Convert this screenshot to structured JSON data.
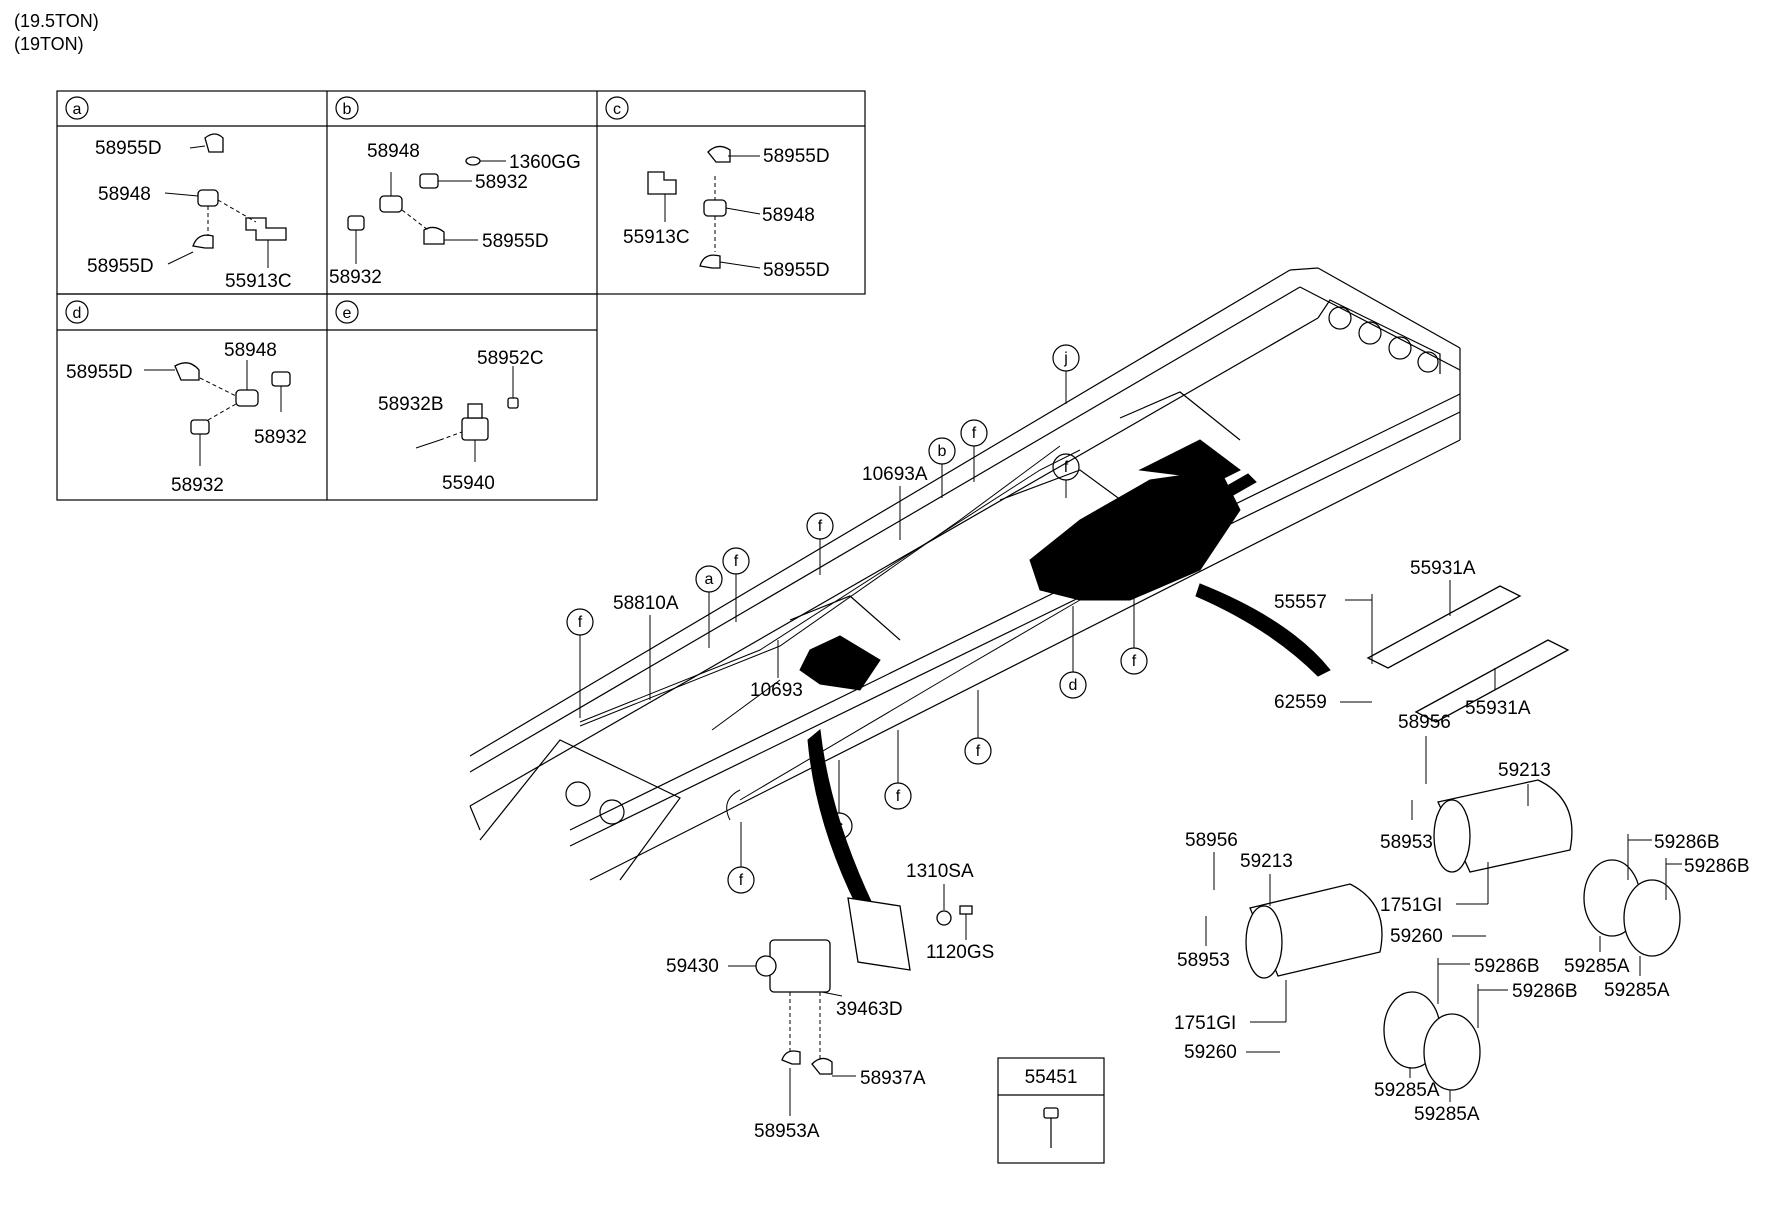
{
  "header": {
    "line1": "(19.5TON)",
    "line2": "(19TON)"
  },
  "panels": {
    "a": {
      "letter": "a",
      "labels": [
        "58955D",
        "58948",
        "58955D",
        "55913C"
      ]
    },
    "b": {
      "letter": "b",
      "labels": [
        "58948",
        "1360GG",
        "58932",
        "58932",
        "58955D"
      ]
    },
    "c": {
      "letter": "c",
      "labels": [
        "58955D",
        "55913C",
        "58948",
        "58955D"
      ]
    },
    "d": {
      "letter": "d",
      "labels": [
        "58955D",
        "58948",
        "58932",
        "58932"
      ]
    },
    "e": {
      "letter": "e",
      "labels": [
        "58952C",
        "58932B",
        "55940"
      ]
    }
  },
  "callouts": [
    "j",
    "b",
    "f",
    "f",
    "f",
    "a",
    "f",
    "f",
    "d",
    "f",
    "f",
    "f",
    "c",
    "f"
  ],
  "main_labels": {
    "p10693A": "10693A",
    "p58810A": "58810A",
    "p10693": "10693",
    "p55557": "55557",
    "p55931A_top": "55931A",
    "p55931A_bot": "55931A",
    "p62559": "62559",
    "p58956_r": "58956",
    "p59213_r": "59213",
    "p58953_r": "58953",
    "p59286B_1": "59286B",
    "p59286B_2": "59286B",
    "p1751GI_r": "1751GI",
    "p59260_r": "59260",
    "p59285A_1": "59285A",
    "p59285A_2": "59285A",
    "p58956_l": "58956",
    "p59213_l": "59213",
    "p58953_l": "58953",
    "p1751GI_l": "1751GI",
    "p59260_l": "59260",
    "p59286B_3": "59286B",
    "p59286B_4": "59286B",
    "p59285A_3": "59285A",
    "p59285A_4": "59285A",
    "p1310SA": "1310SA",
    "p1120GS": "1120GS",
    "p59430": "59430",
    "p39463D": "39463D",
    "p58937A": "58937A",
    "p58953A": "58953A",
    "p55451": "55451"
  }
}
